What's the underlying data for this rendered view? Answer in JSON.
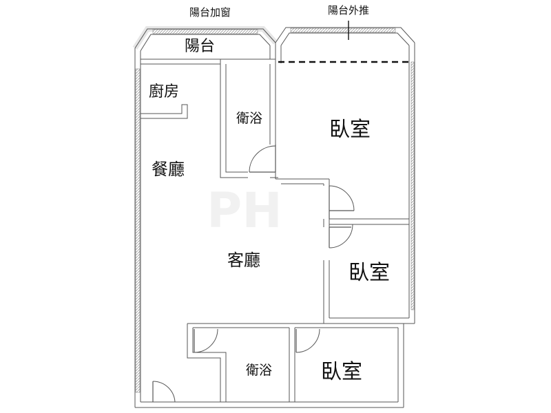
{
  "floorplan": {
    "top_labels": {
      "balcony_window": "陽台加窗",
      "balcony_extend": "陽台外推"
    },
    "rooms": {
      "balcony": "陽台",
      "kitchen": "廚房",
      "dining": "餐廳",
      "living": "客廳",
      "bath_upper": "衛浴",
      "bath_lower": "衛浴",
      "bedroom_large": "臥室",
      "bedroom_middle": "臥室",
      "bedroom_small": "臥室"
    },
    "colors": {
      "wall_stroke": "#555555",
      "wall_fill": "#c8c8c8",
      "text": "#111111"
    }
  }
}
